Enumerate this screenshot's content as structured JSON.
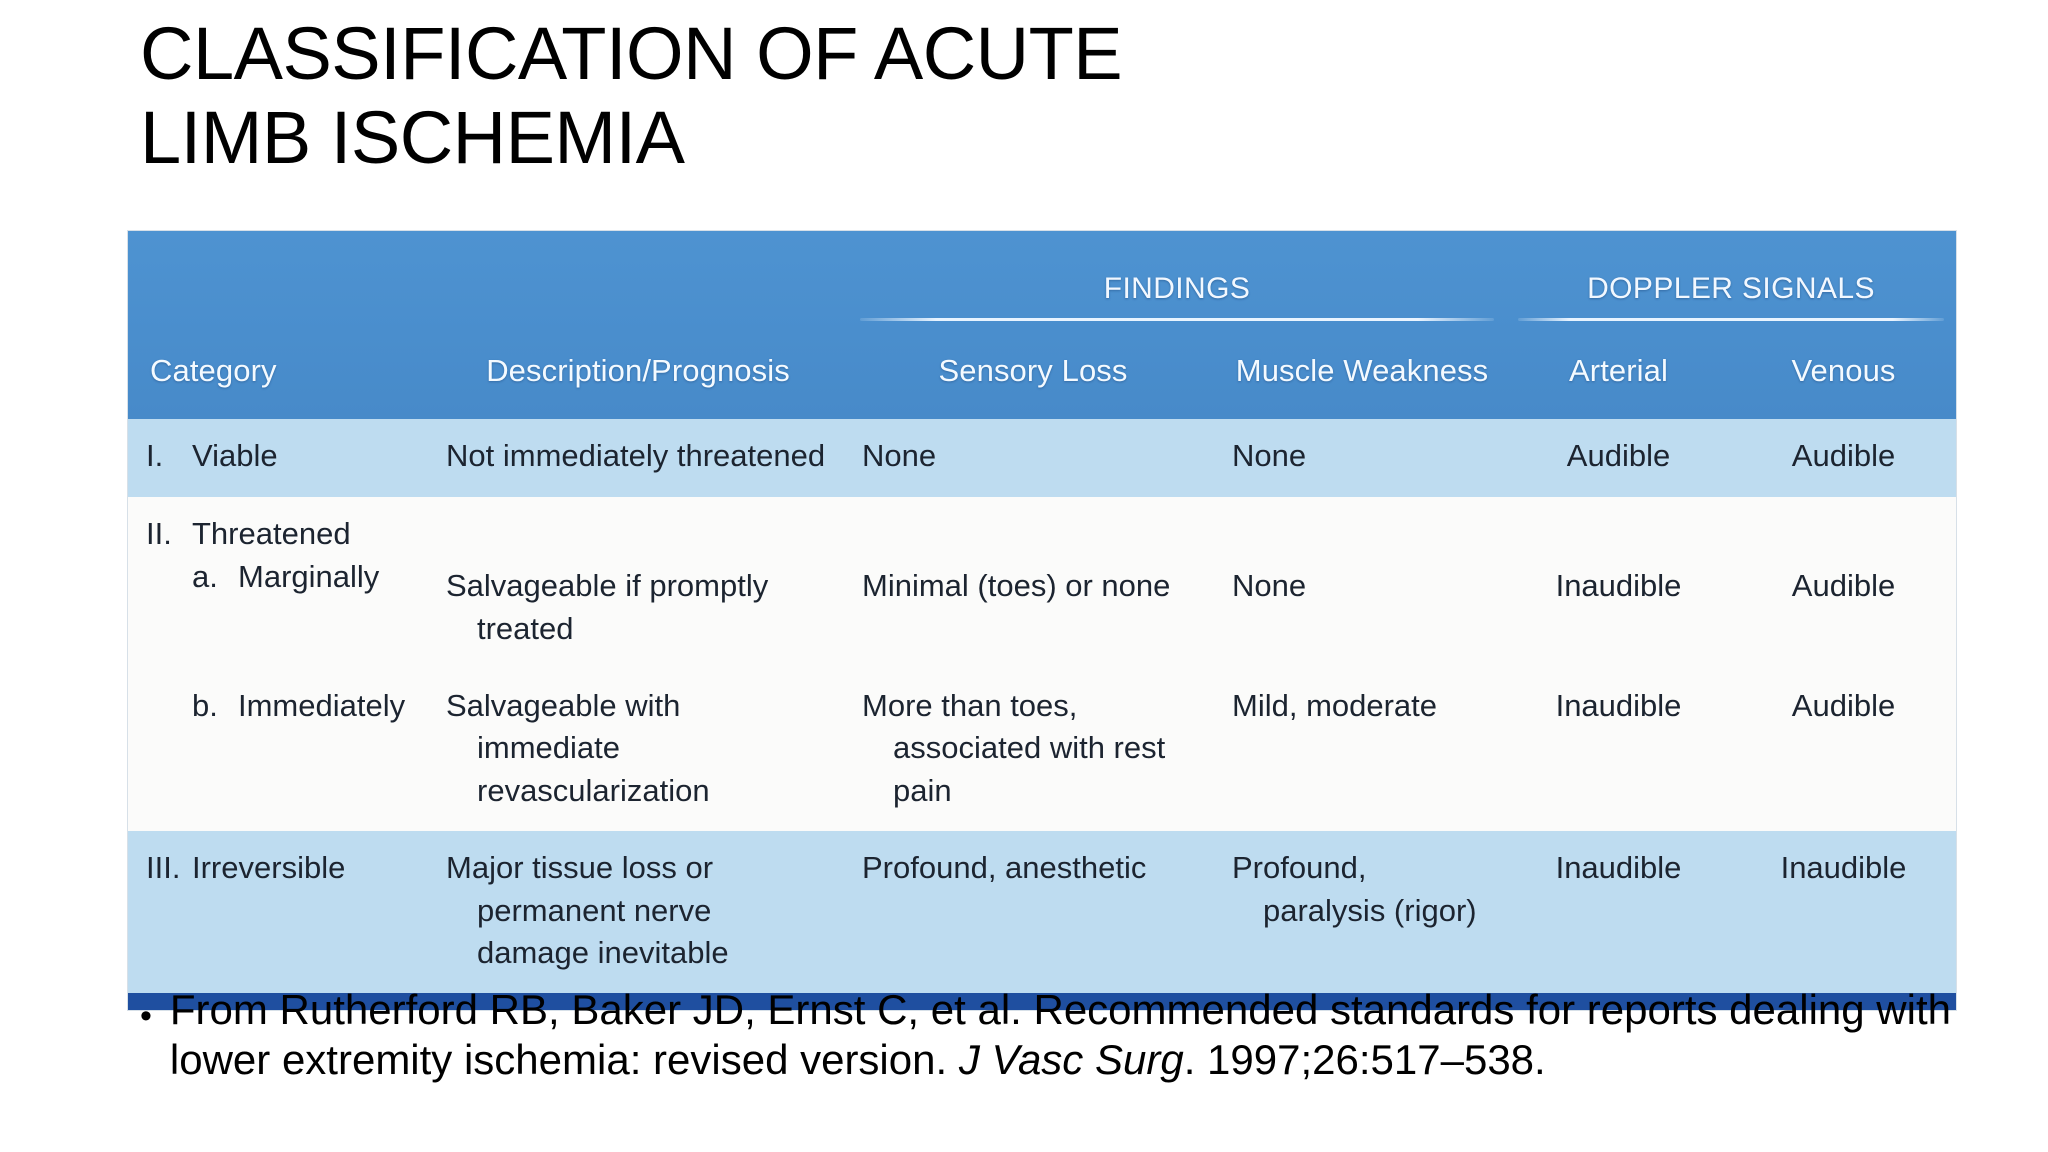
{
  "slide": {
    "title": "CLASSIFICATION OF ACUTE\nLIMB ISCHEMIA",
    "bullet_glyph": "•"
  },
  "table": {
    "group_headers": {
      "findings": "FINDINGS",
      "doppler": "DOPPLER SIGNALS"
    },
    "columns": [
      {
        "key": "category",
        "label": "Category"
      },
      {
        "key": "description",
        "label": "Description/Prognosis"
      },
      {
        "key": "sensory_loss",
        "label": "Sensory Loss"
      },
      {
        "key": "muscle_weakness",
        "label": "Muscle Weakness"
      },
      {
        "key": "arterial",
        "label": "Arterial"
      },
      {
        "key": "venous",
        "label": "Venous"
      }
    ],
    "rows": [
      {
        "numeral": "I.",
        "category": "Viable",
        "sub_letter": "",
        "sub_category": "",
        "description": "Not immediately threatened",
        "sensory_loss": "None",
        "muscle_weakness": "None",
        "arterial": "Audible",
        "venous": "Audible"
      },
      {
        "numeral": "II.",
        "category": "Threatened",
        "sub_letter": "a.",
        "sub_category": "Marginally",
        "description": "Salvageable if promptly treated",
        "sensory_loss": "Minimal (toes) or none",
        "muscle_weakness": "None",
        "arterial": "Inaudible",
        "venous": "Audible"
      },
      {
        "numeral": "",
        "category": "",
        "sub_letter": "b.",
        "sub_category": "Immediately",
        "description": "Salvageable with immediate revascularization",
        "sensory_loss": "More than toes, associated with rest pain",
        "muscle_weakness": "Mild, moderate",
        "arterial": "Inaudible",
        "venous": "Audible"
      },
      {
        "numeral": "III.",
        "category": "Irreversible",
        "sub_letter": "",
        "sub_category": "",
        "description": "Major tissue loss or permanent nerve damage inevitable",
        "sensory_loss": "Profound, anesthetic",
        "muscle_weakness": "Profound, paralysis (rigor)",
        "arterial": "Inaudible",
        "venous": "Inaudible"
      }
    ]
  },
  "citation": {
    "part1": "From Rutherford RB, Baker JD, Ernst C, et al. Recommended standards for reports dealing with lower extremity ischemia: revised version. ",
    "journal_italic": "J Vasc Surg",
    "part2": ". 1997;26:517–538."
  },
  "colors": {
    "header_blue": "#4a8ecd",
    "band_blue": "#bedcf0",
    "band_white": "#fbfbfa",
    "bottom_bar_navy": "#1f4fa0",
    "text_dark": "#1c2430",
    "header_text": "#f4faff"
  }
}
